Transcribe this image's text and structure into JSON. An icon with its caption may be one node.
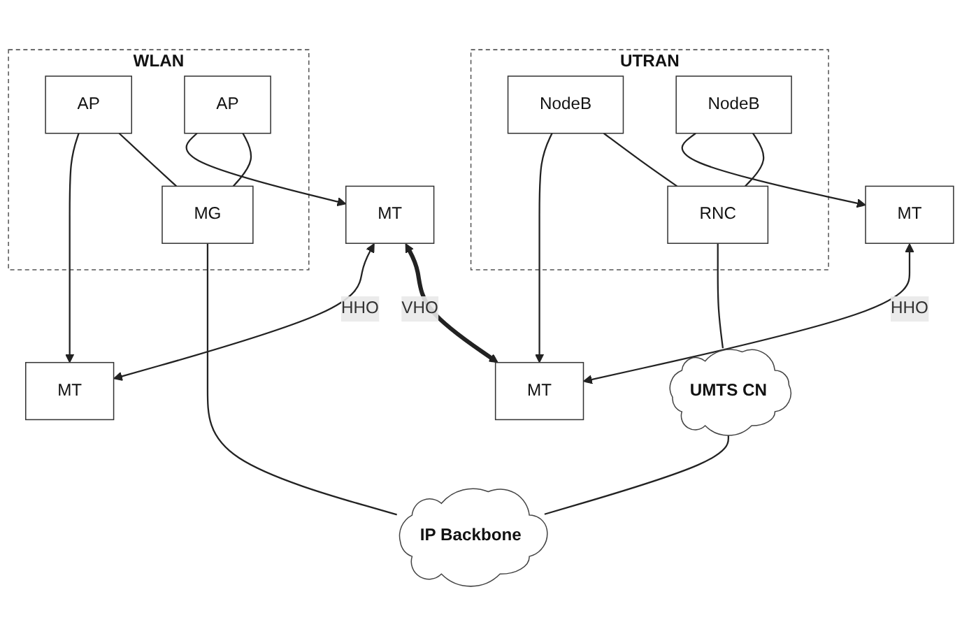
{
  "diagram": {
    "nodes": [
      {
        "text": [
          "MT"
        ]
      },
      {
        "text": [
          "MT"
        ]
      },
      {
        "text": [
          "WLAN"
        ]
      },
      {
        "text": [
          "AP"
        ],
        "in": 2
      },
      {
        "text": [
          "AP"
        ],
        "in": 2
      },
      {
        "text": [
          "MG"
        ],
        "in": 2
      },
      {
        "text": [
          "MT"
        ]
      },
      {
        "text": [
          "MT"
        ]
      },
      {
        "text": [
          "IP Backbone"
        ]
      },
      {
        "text": [
          "UTRAN"
        ]
      },
      {
        "text": [
          "NodeB"
        ],
        "in": 9
      },
      {
        "text": [
          "NodeB"
        ],
        "in": 9
      },
      {
        "text": [
          "RNC"
        ],
        "in": 9
      },
      {
        "text": [
          "UMTS CN"
        ]
      }
    ],
    "edges": [
      {
        "from": 0,
        "to": 1,
        "arrow": "both",
        "label": "HHO"
      },
      {
        "from": 0,
        "to": 6,
        "arrow": "both",
        "label": "VHO",
        "style": "thick"
      },
      {
        "from": 7,
        "to": 6,
        "arrow": "both",
        "label": "HHO"
      },
      {
        "from": 4,
        "to": 0,
        "arrow": "to"
      },
      {
        "from": 3,
        "to": 1,
        "arrow": "to"
      },
      {
        "from": 10,
        "to": 6,
        "arrow": "to"
      },
      {
        "from": 11,
        "to": 7,
        "arrow": "to"
      },
      {
        "from": 3,
        "to": 5,
        "arrow": "none"
      },
      {
        "from": 4,
        "to": 5,
        "arrow": "none"
      },
      {
        "from": 5,
        "to": 8,
        "arrow": "none"
      },
      {
        "from": 11,
        "to": 12,
        "arrow": "none"
      },
      {
        "from": 10,
        "to": 12,
        "arrow": "none"
      },
      {
        "from": 12,
        "to": 13,
        "arrow": "none"
      },
      {
        "from": 13,
        "to": 8,
        "arrow": "none"
      }
    ]
  }
}
